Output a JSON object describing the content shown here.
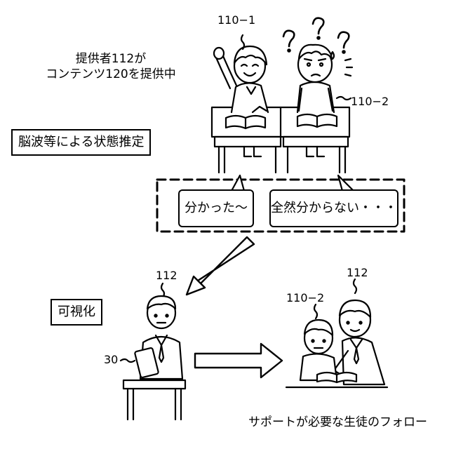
{
  "labels": {
    "student_1": "110−1",
    "student_2": "110−2",
    "provider_text_line1": "提供者112が",
    "provider_text_line2": "コンテンツ120を提供中",
    "provider_ref_top": "112",
    "provider_ref_right": "112",
    "student_2_bottom": "110−2",
    "device_ref": "30",
    "process_box": "脳波等による状態推定",
    "visualize_box": "可視化",
    "bubble_left": "分かった〜",
    "bubble_right": "全然分からない・・・",
    "footer": "サポートが必要な生徒のフォロー"
  },
  "colors": {
    "ink": "#000000",
    "paper": "#ffffff"
  },
  "icons": {
    "confused_mark": "question-marks",
    "sweat_drops": "sweat-drops"
  }
}
